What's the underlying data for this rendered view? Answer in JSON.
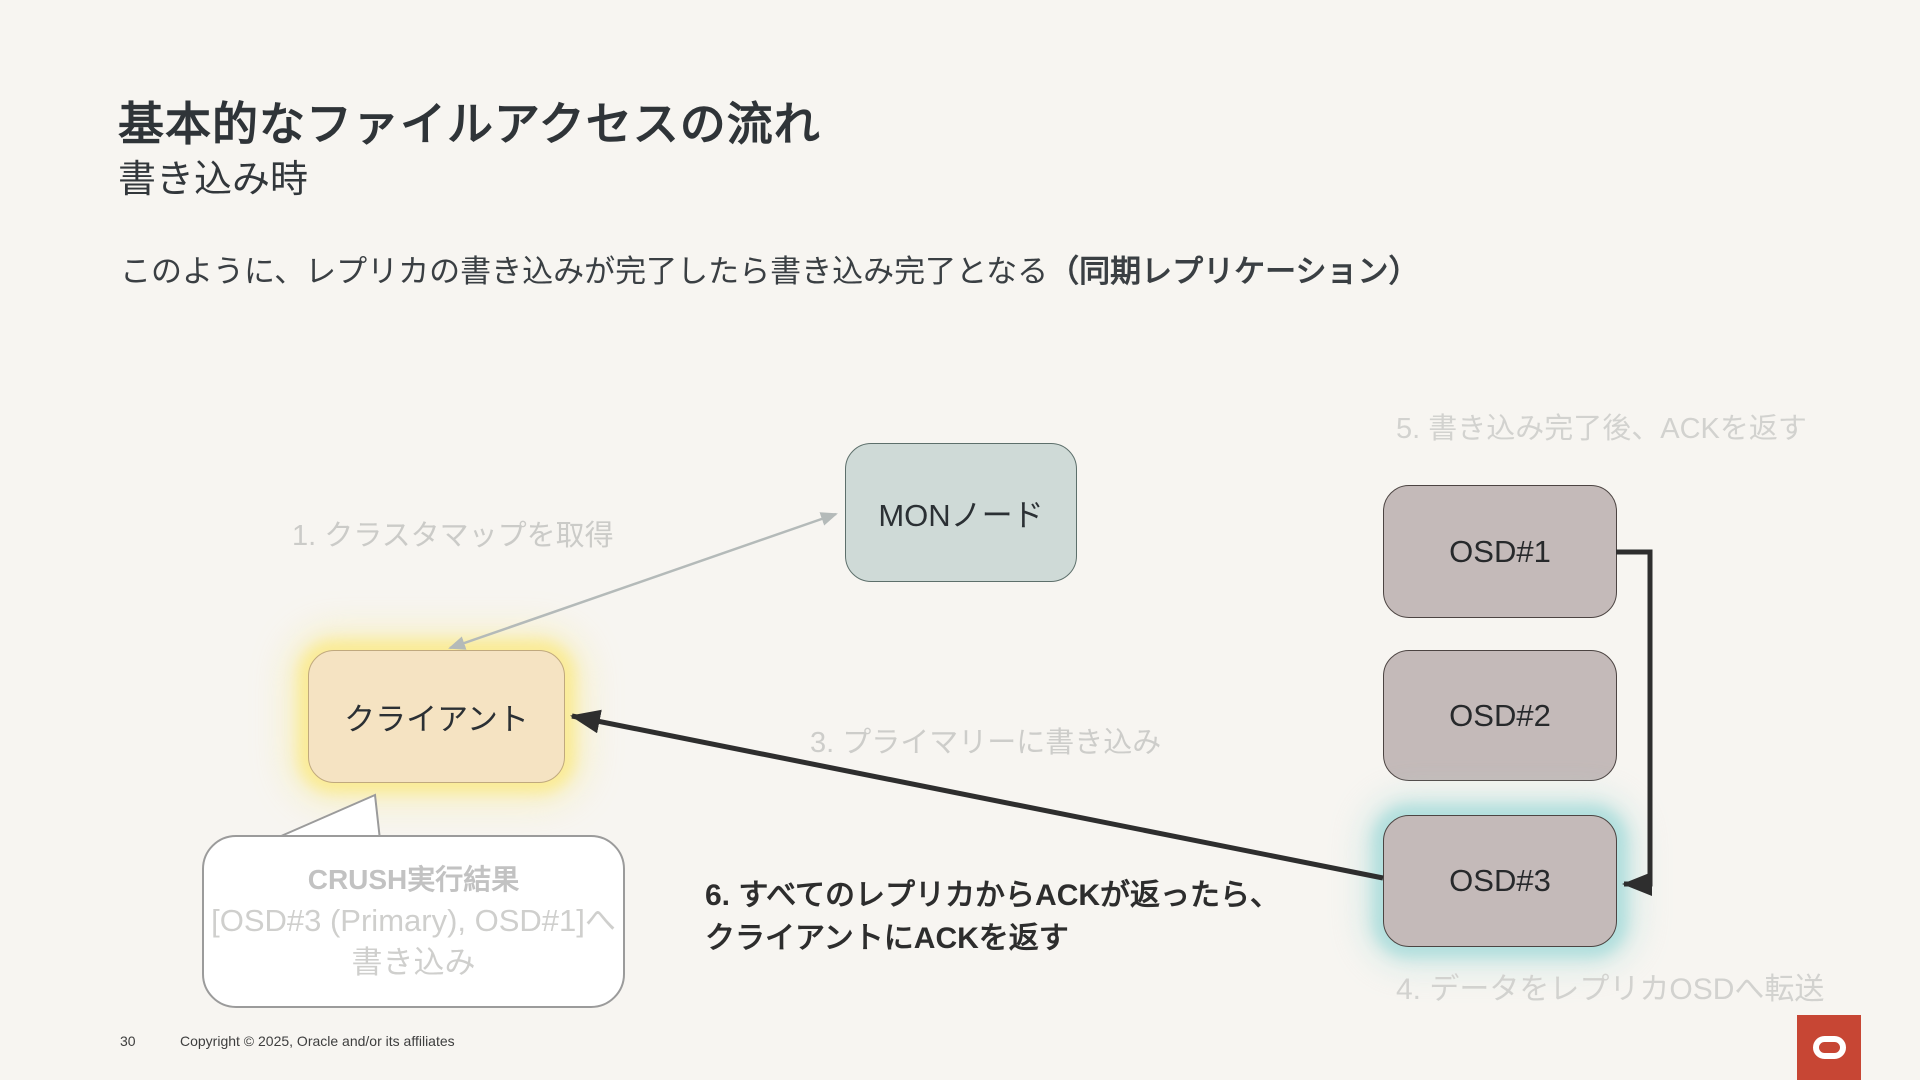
{
  "slide": {
    "title": "基本的なファイルアクセスの流れ",
    "subtitle": "書き込み時",
    "body_prefix": "このように、レプリカの書き込みが完了したら書き込み完了となる",
    "body_bold": "（同期レプリケーション）"
  },
  "diagram": {
    "nodes": {
      "mon": "MONノード",
      "client": "クライアント",
      "osd1": "OSD#1",
      "osd2": "OSD#2",
      "osd3": "OSD#3"
    },
    "labels": {
      "step1": "1. クラスタマップを取得",
      "step3": "3. プライマリーに書き込み",
      "step4": "4. データをレプリカOSDへ転送",
      "step5": "5. 書き込み完了後、ACKを返す",
      "step6_line1": "6. すべてのレプリカからACKが返ったら、",
      "step6_line2": "クライアントにACKを返す"
    },
    "bubble": {
      "title": "CRUSH実行結果",
      "line2": "[OSD#3 (Primary), OSD#1]へ",
      "line3": "書き込み"
    },
    "colors": {
      "mon_fill": "#cfdad7",
      "client_fill": "#f5e3c2",
      "client_glow": "#faea8c",
      "osd_fill": "#c4bab9",
      "osd3_glow": "#acdddb",
      "arrow_dark": "#2e2e2e",
      "arrow_gray": "#b4bab9",
      "faded_text": "#cbcbc8"
    }
  },
  "footer": {
    "page_number": "30",
    "copyright": "Copyright © 2025, Oracle and/or its affiliates"
  },
  "branding": {
    "logo_name": "oracle-logo",
    "logo_color": "#c74634"
  }
}
